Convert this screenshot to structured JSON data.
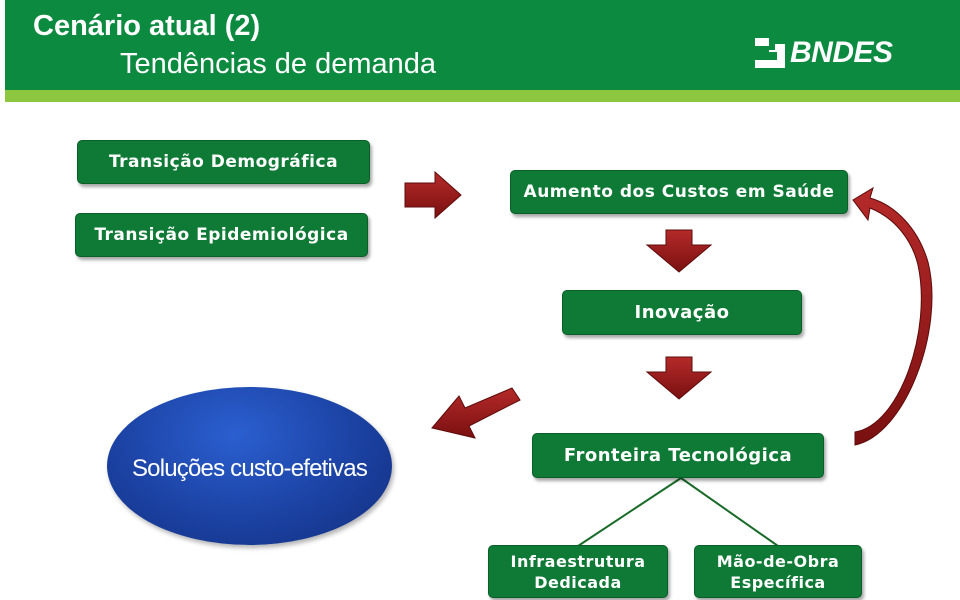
{
  "header": {
    "title": "Cenário atual (2)",
    "subtitle": "Tendências de demanda",
    "logo_text": "BNDES",
    "bg_color": "#0b8a40",
    "stripe_color": "#8dc63f"
  },
  "diagram": {
    "box_transicao_demografica": "Transição Demográfica",
    "box_transicao_epidemiologica": "Transição Epidemiológica",
    "box_aumento_custos": "Aumento dos Custos em Saúde",
    "box_inovacao": "Inovação",
    "box_fronteira": "Fronteira Tecnológica",
    "box_infraestrutura_line1": "Infraestrutura",
    "box_infraestrutura_line2": "Dedicada",
    "box_mao_de_obra_line1": "Mão-de-Obra",
    "box_mao_de_obra_line2": "Específica",
    "ellipse_solucoes": "Soluções custo-efetivas",
    "box_color": "#0f7a35",
    "arrow_color": "#8b1a1a",
    "ellipse_color": "#1a3f9e"
  }
}
